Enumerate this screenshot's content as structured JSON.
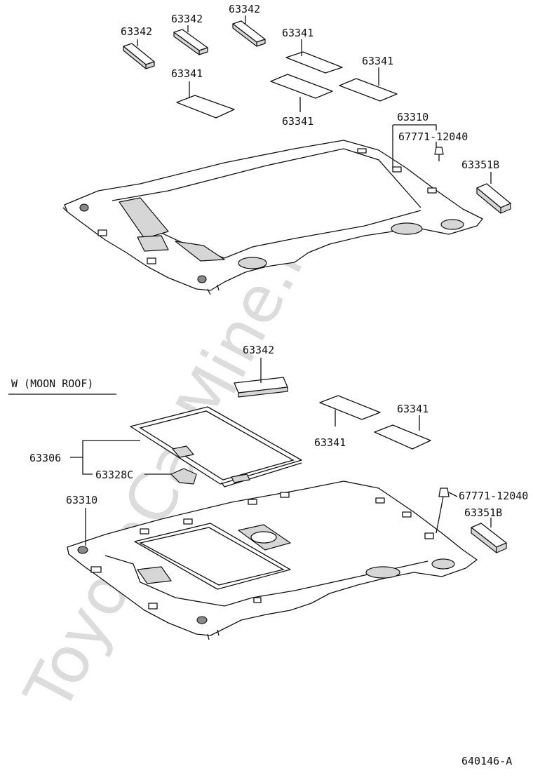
{
  "watermark": "ToyotaCarMine.ru",
  "section_label": "W (MOON ROOF)",
  "diagram_code": "640146-A",
  "top": {
    "label_63342_a": "63342",
    "label_63342_b": "63342",
    "label_63342_c": "63342",
    "label_63341_a": "63341",
    "label_63341_b": "63341",
    "label_63341_c": "63341",
    "label_63341_d": "63341",
    "label_63310": "63310",
    "label_67771": "67771-12040",
    "label_63351b": "63351B"
  },
  "bottom": {
    "label_63342": "63342",
    "label_63341_a": "63341",
    "label_63341_b": "63341",
    "label_63306": "63306",
    "label_63328c": "63328C",
    "label_67771": "67771-12040",
    "label_63351b": "63351B",
    "label_63310": "63310"
  }
}
